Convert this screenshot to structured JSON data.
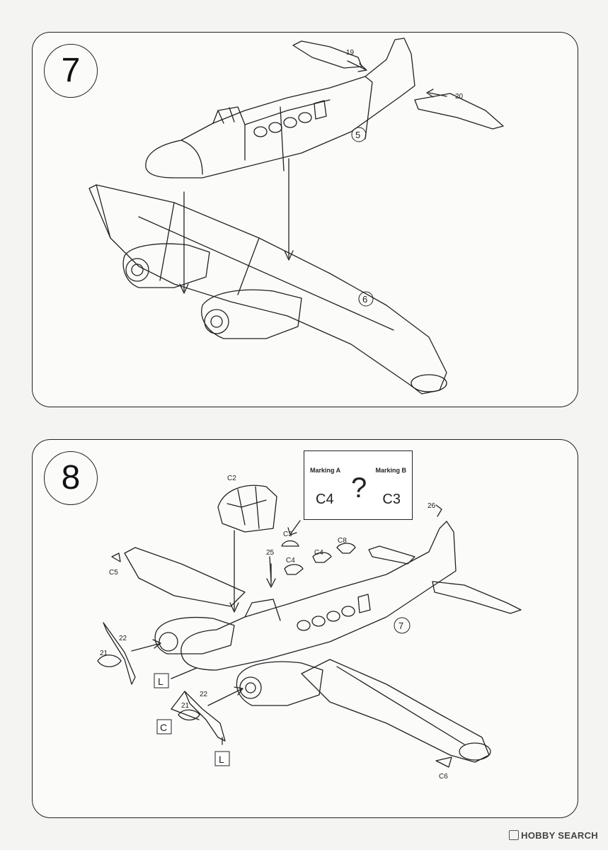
{
  "step7": {
    "number": "7",
    "parts": {
      "p19": "19",
      "p20": "20"
    },
    "subassemblies": {
      "s5": "5",
      "s6": "6"
    }
  },
  "step8": {
    "number": "8",
    "parts": {
      "C2": "C2",
      "C3": "C3",
      "C4a": "C4",
      "C4b": "C4",
      "C5": "C5",
      "C6": "C6",
      "C8": "C8",
      "p25": "25",
      "p26": "26",
      "p21a": "21",
      "p22a": "22",
      "p21b": "21",
      "p22b": "22"
    },
    "subassembly": "7",
    "rotation_labels": {
      "L1": "L",
      "C": "C",
      "L2": "L"
    },
    "marking_choice": {
      "label_a": "Marking A",
      "label_b": "Marking B",
      "question": "?",
      "option_a": "C4",
      "option_b": "C3"
    }
  },
  "watermark": {
    "text": "HOBBY SEARCH"
  }
}
